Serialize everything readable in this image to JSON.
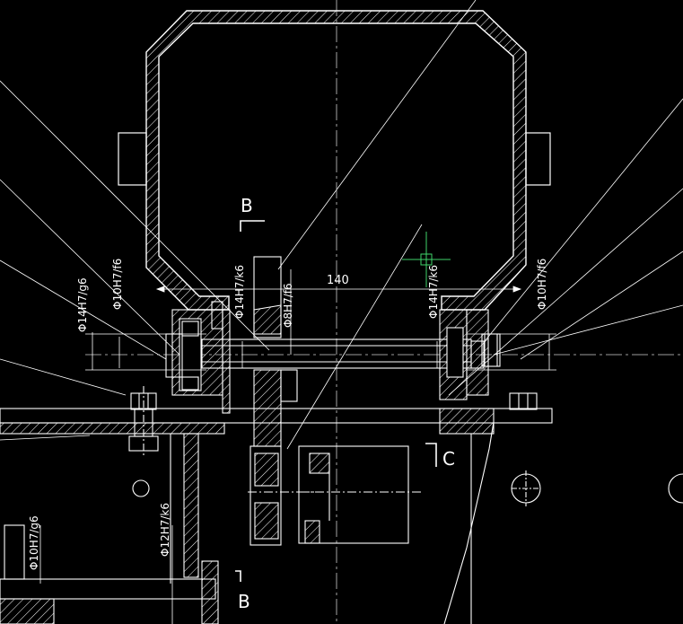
{
  "colors": {
    "background": "#000000",
    "linework": "#ffffff",
    "centerline": "#cfcfcf",
    "cursor": "#3fd46a"
  },
  "drawing": {
    "view_b_top": "B",
    "view_b_bottom": "B",
    "view_c": "C",
    "dim_140": "140",
    "fits": {
      "f1": "Φ14H7/g6",
      "f2": "Φ10H7/f6",
      "f3": "Φ14H7/k6",
      "f4": "Φ8H7/f6",
      "f5": "Φ14H7/k6",
      "f6": "Φ10H7/f6",
      "f7": "Φ12H7/k6",
      "f8": "Φ10H7/g6"
    }
  }
}
